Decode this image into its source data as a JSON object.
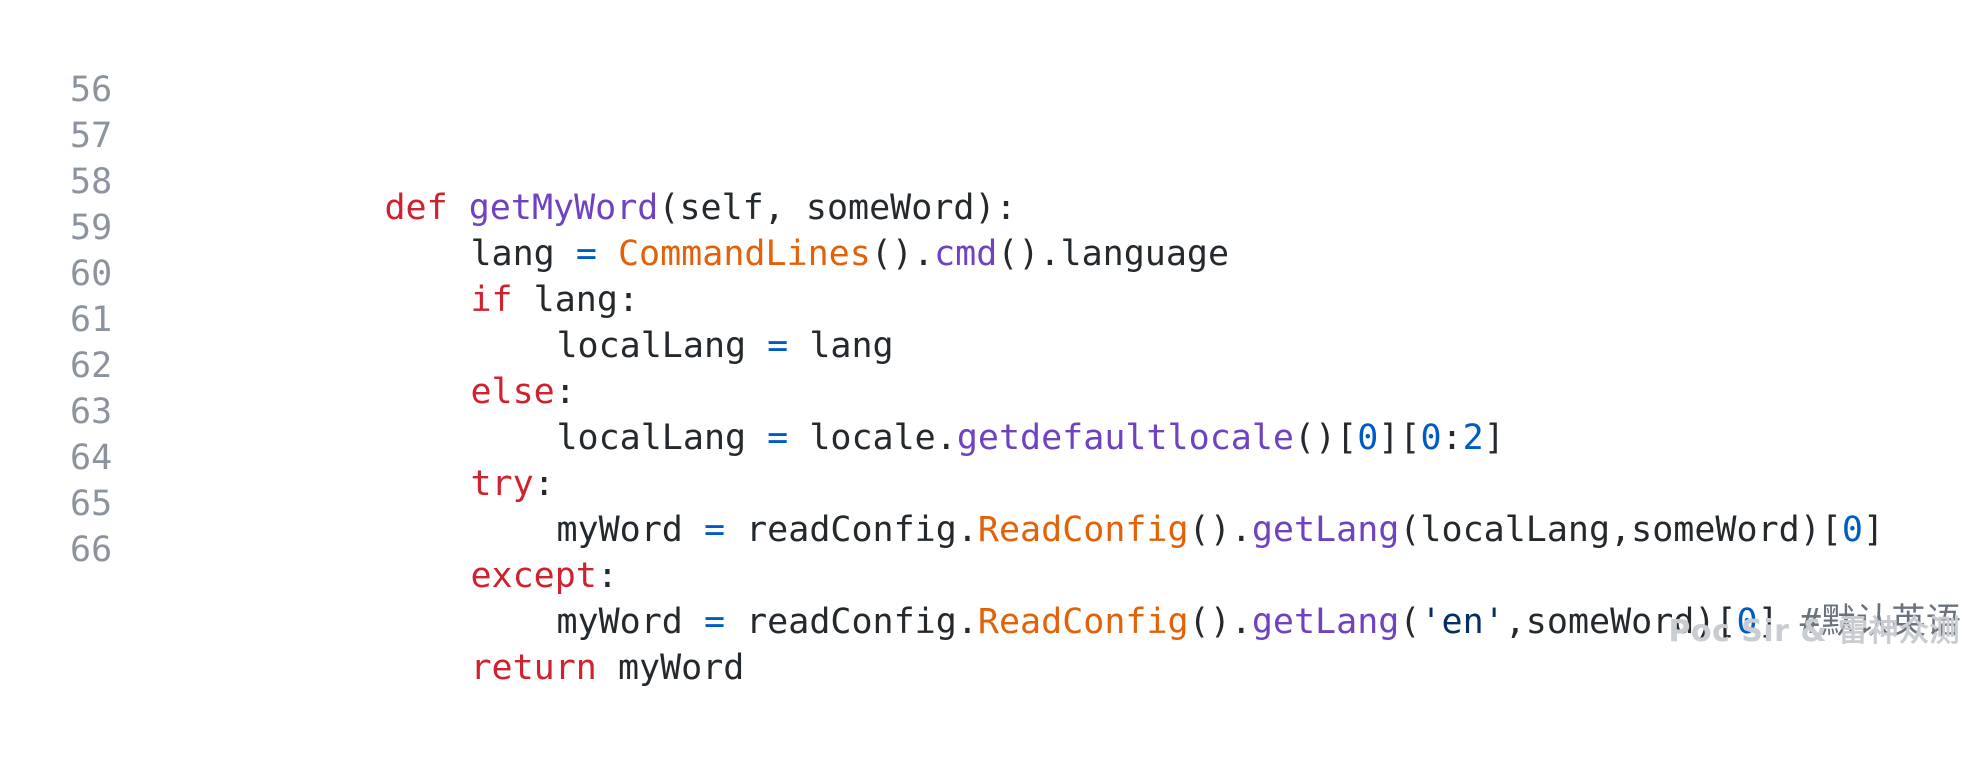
{
  "lines": [
    {
      "number": "56",
      "tokens": [
        "def",
        " ",
        "getMyWord",
        "(self, someWord):"
      ]
    },
    {
      "number": "57",
      "tokens": [
        "lang",
        " ",
        "=",
        " ",
        "CommandLines",
        "().",
        "cmd",
        "().language"
      ]
    },
    {
      "number": "58",
      "tokens": [
        "if",
        " lang:"
      ]
    },
    {
      "number": "59",
      "tokens": [
        "localLang",
        " ",
        "=",
        " lang"
      ]
    },
    {
      "number": "60",
      "tokens": [
        "else",
        ":"
      ]
    },
    {
      "number": "61",
      "tokens": [
        "localLang",
        " ",
        "=",
        " locale.",
        "getdefaultlocale",
        "()[",
        "0",
        "][",
        "0",
        ":",
        "2",
        "]"
      ]
    },
    {
      "number": "62",
      "tokens": [
        "try",
        ":"
      ]
    },
    {
      "number": "63",
      "tokens": [
        "myWord",
        " ",
        "=",
        " readConfig.",
        "ReadConfig",
        "().",
        "getLang",
        "(localLang,someWord)[",
        "0",
        "]"
      ]
    },
    {
      "number": "64",
      "tokens": [
        "except",
        ":"
      ]
    },
    {
      "number": "65",
      "tokens": [
        "myWord",
        " ",
        "=",
        " readConfig.",
        "ReadConfig",
        "().",
        "getLang",
        "(",
        "'en'",
        ",someWord)[",
        "0",
        "] ",
        "#默认英语"
      ]
    },
    {
      "number": "66",
      "tokens": [
        "return",
        " myWord"
      ]
    }
  ],
  "watermark": "Poc Sir & 雷神众测",
  "colors": {
    "keyword": "#cf222e",
    "function": "#6f42c1",
    "class": "#e36209",
    "operator": "#005cc5",
    "number": "#005cc5",
    "string": "#032f62",
    "comment": "#6a737d",
    "line_number": "#8b949e"
  }
}
